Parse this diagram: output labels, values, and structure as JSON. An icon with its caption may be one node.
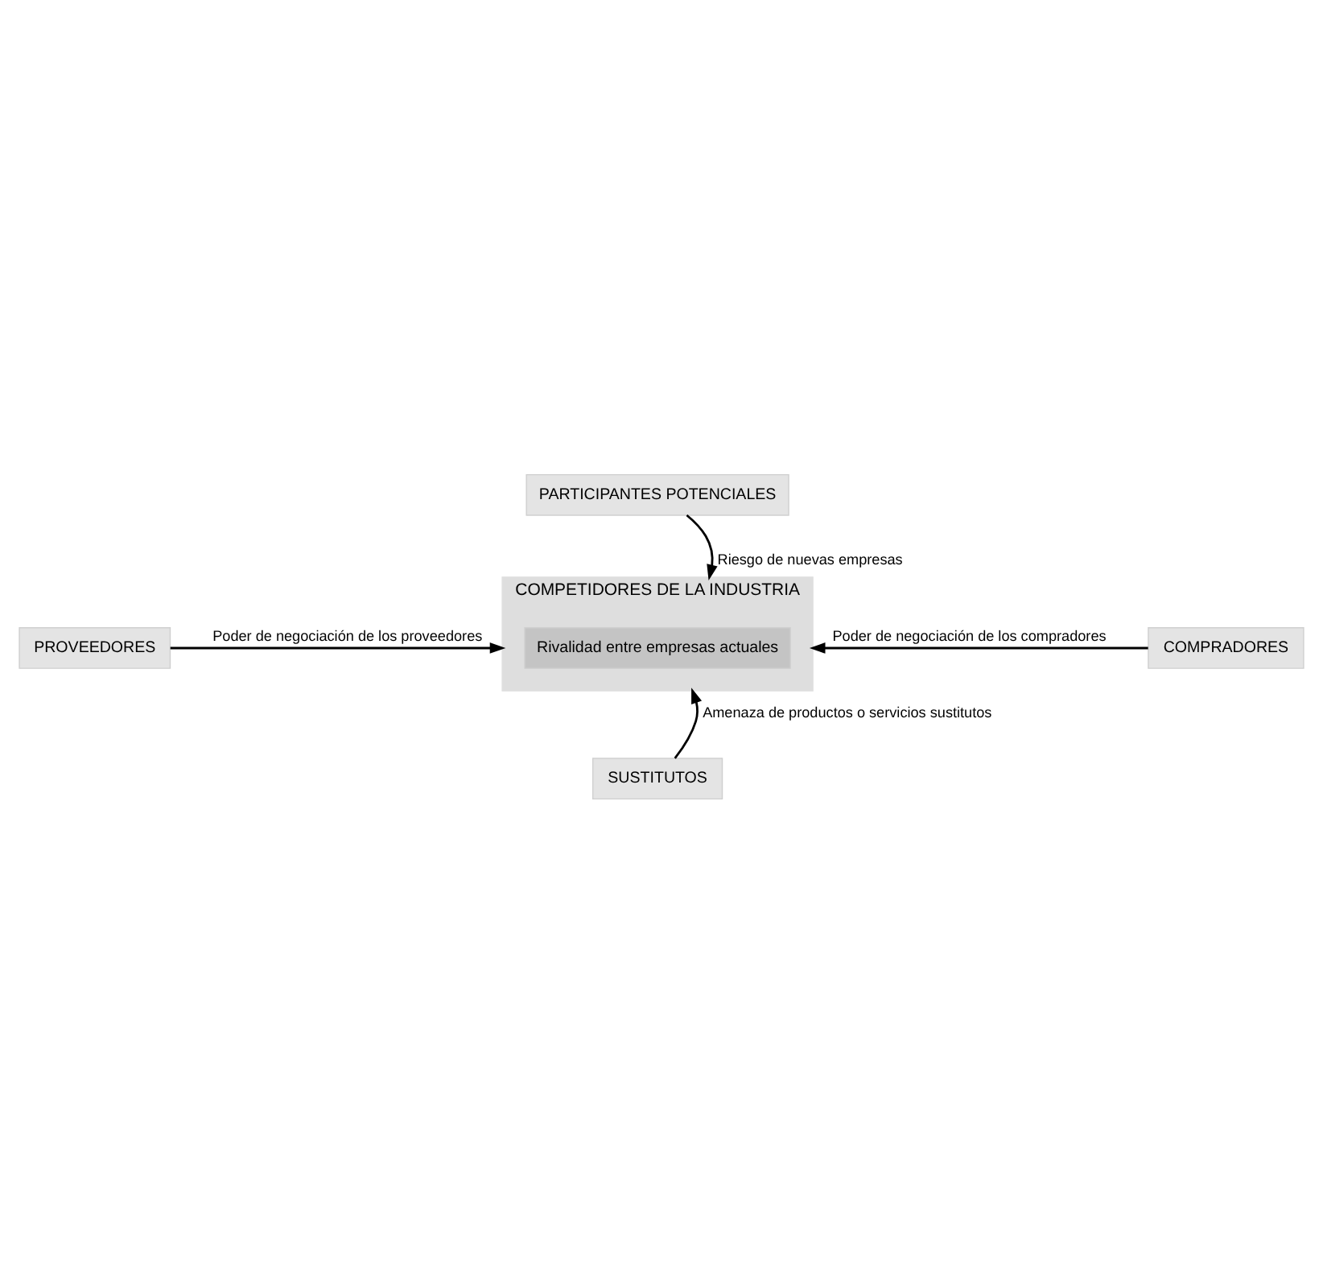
{
  "diagram": {
    "nodes": [
      {
        "text": [
          "PARTICIPANTES POTENCIALES"
        ]
      },
      {
        "text": [
          "PROVEEDORES"
        ]
      },
      {
        "text": [
          "COMPETIDORES DE LA INDUSTRIA"
        ]
      },
      {
        "text": [
          "Rivalidad entre empresas actuales"
        ],
        "in": 2
      },
      {
        "text": [
          "COMPRADORES"
        ]
      },
      {
        "text": [
          "SUSTITUTOS"
        ]
      }
    ],
    "edges": [
      {
        "from": 0,
        "to": 2,
        "arrow": "to",
        "label": "Riesgo de nuevas empresas"
      },
      {
        "from": 1,
        "to": 2,
        "arrow": "to",
        "label": "Poder de negociación de los proveedores"
      },
      {
        "from": 4,
        "to": 2,
        "arrow": "to",
        "label": "Poder de negociación de los compradores"
      },
      {
        "from": 5,
        "to": 2,
        "arrow": "to",
        "label": "Amenaza de productos o servicios sustitutos"
      }
    ]
  }
}
